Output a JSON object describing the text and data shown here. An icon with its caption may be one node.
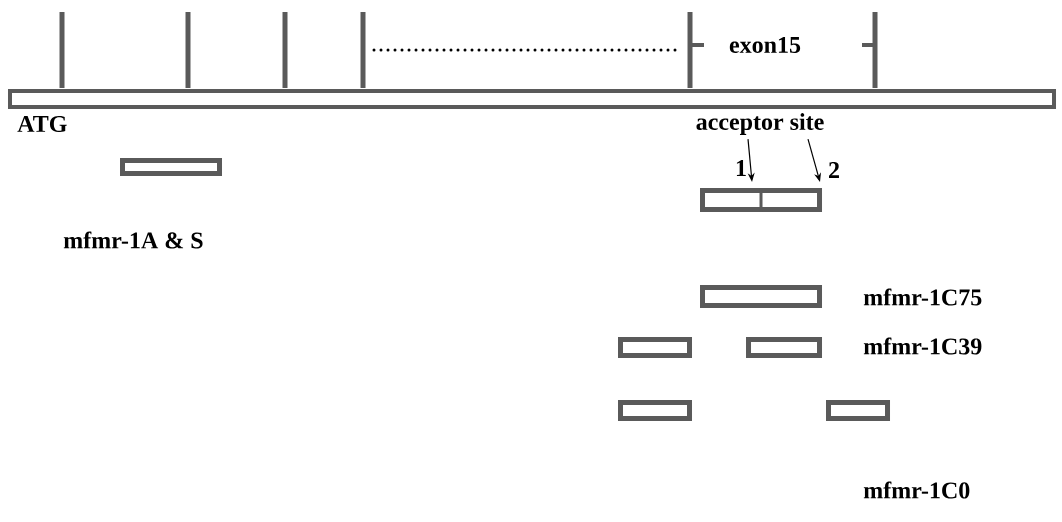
{
  "diagram": {
    "nodes": [
      {
        "text": [
          "acceptor site"
        ]
      },
      {
        "text": [],
        "shape": "bar"
      },
      {
        "text": [],
        "shape": "bar"
      },
      {
        "text": [],
        "shape": "bar"
      },
      {
        "text": [],
        "shape": "bar"
      },
      {
        "text": [],
        "shape": "bar"
      },
      {
        "text": [],
        "shape": "bar"
      },
      {
        "text": [],
        "shape": "bar"
      }
    ],
    "edges": [
      {
        "from": 0,
        "to": 2,
        "arrow": "to"
      },
      {
        "from": 0,
        "to": 2,
        "arrow": "to"
      }
    ],
    "labels": [
      "exon15",
      "ATG",
      "1",
      "2",
      "mfmr-1A & S",
      "mfmr-1C75",
      "mfmr-1C39",
      "mfmr-1C0"
    ]
  }
}
